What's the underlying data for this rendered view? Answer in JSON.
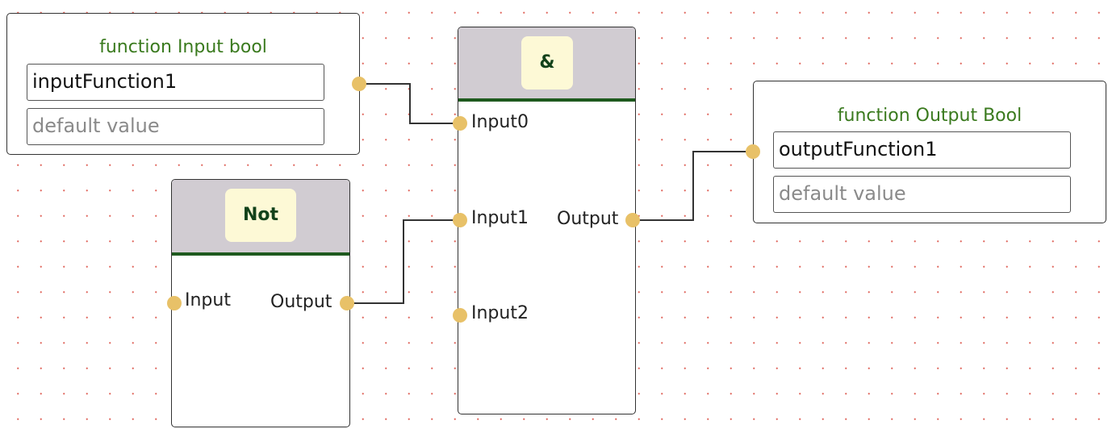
{
  "nodes": {
    "input_function": {
      "title": "function Input bool",
      "name_value": "inputFunction1",
      "default_placeholder": "default value"
    },
    "output_function": {
      "title": "function Output Bool",
      "name_value": "outputFunction1",
      "default_placeholder": "default value"
    },
    "not_gate": {
      "label": "Not",
      "input_label": "Input",
      "output_label": "Output"
    },
    "and_gate": {
      "label": "&",
      "inputs": [
        "Input0",
        "Input1",
        "Input2"
      ],
      "output_label": "Output"
    }
  },
  "colors": {
    "title_green": "#3a7a1e",
    "port": "#e8c168",
    "gate_header": "#d1ccd2",
    "gate_badge": "#fdf9d6",
    "grid_dot": "#e0685f"
  }
}
